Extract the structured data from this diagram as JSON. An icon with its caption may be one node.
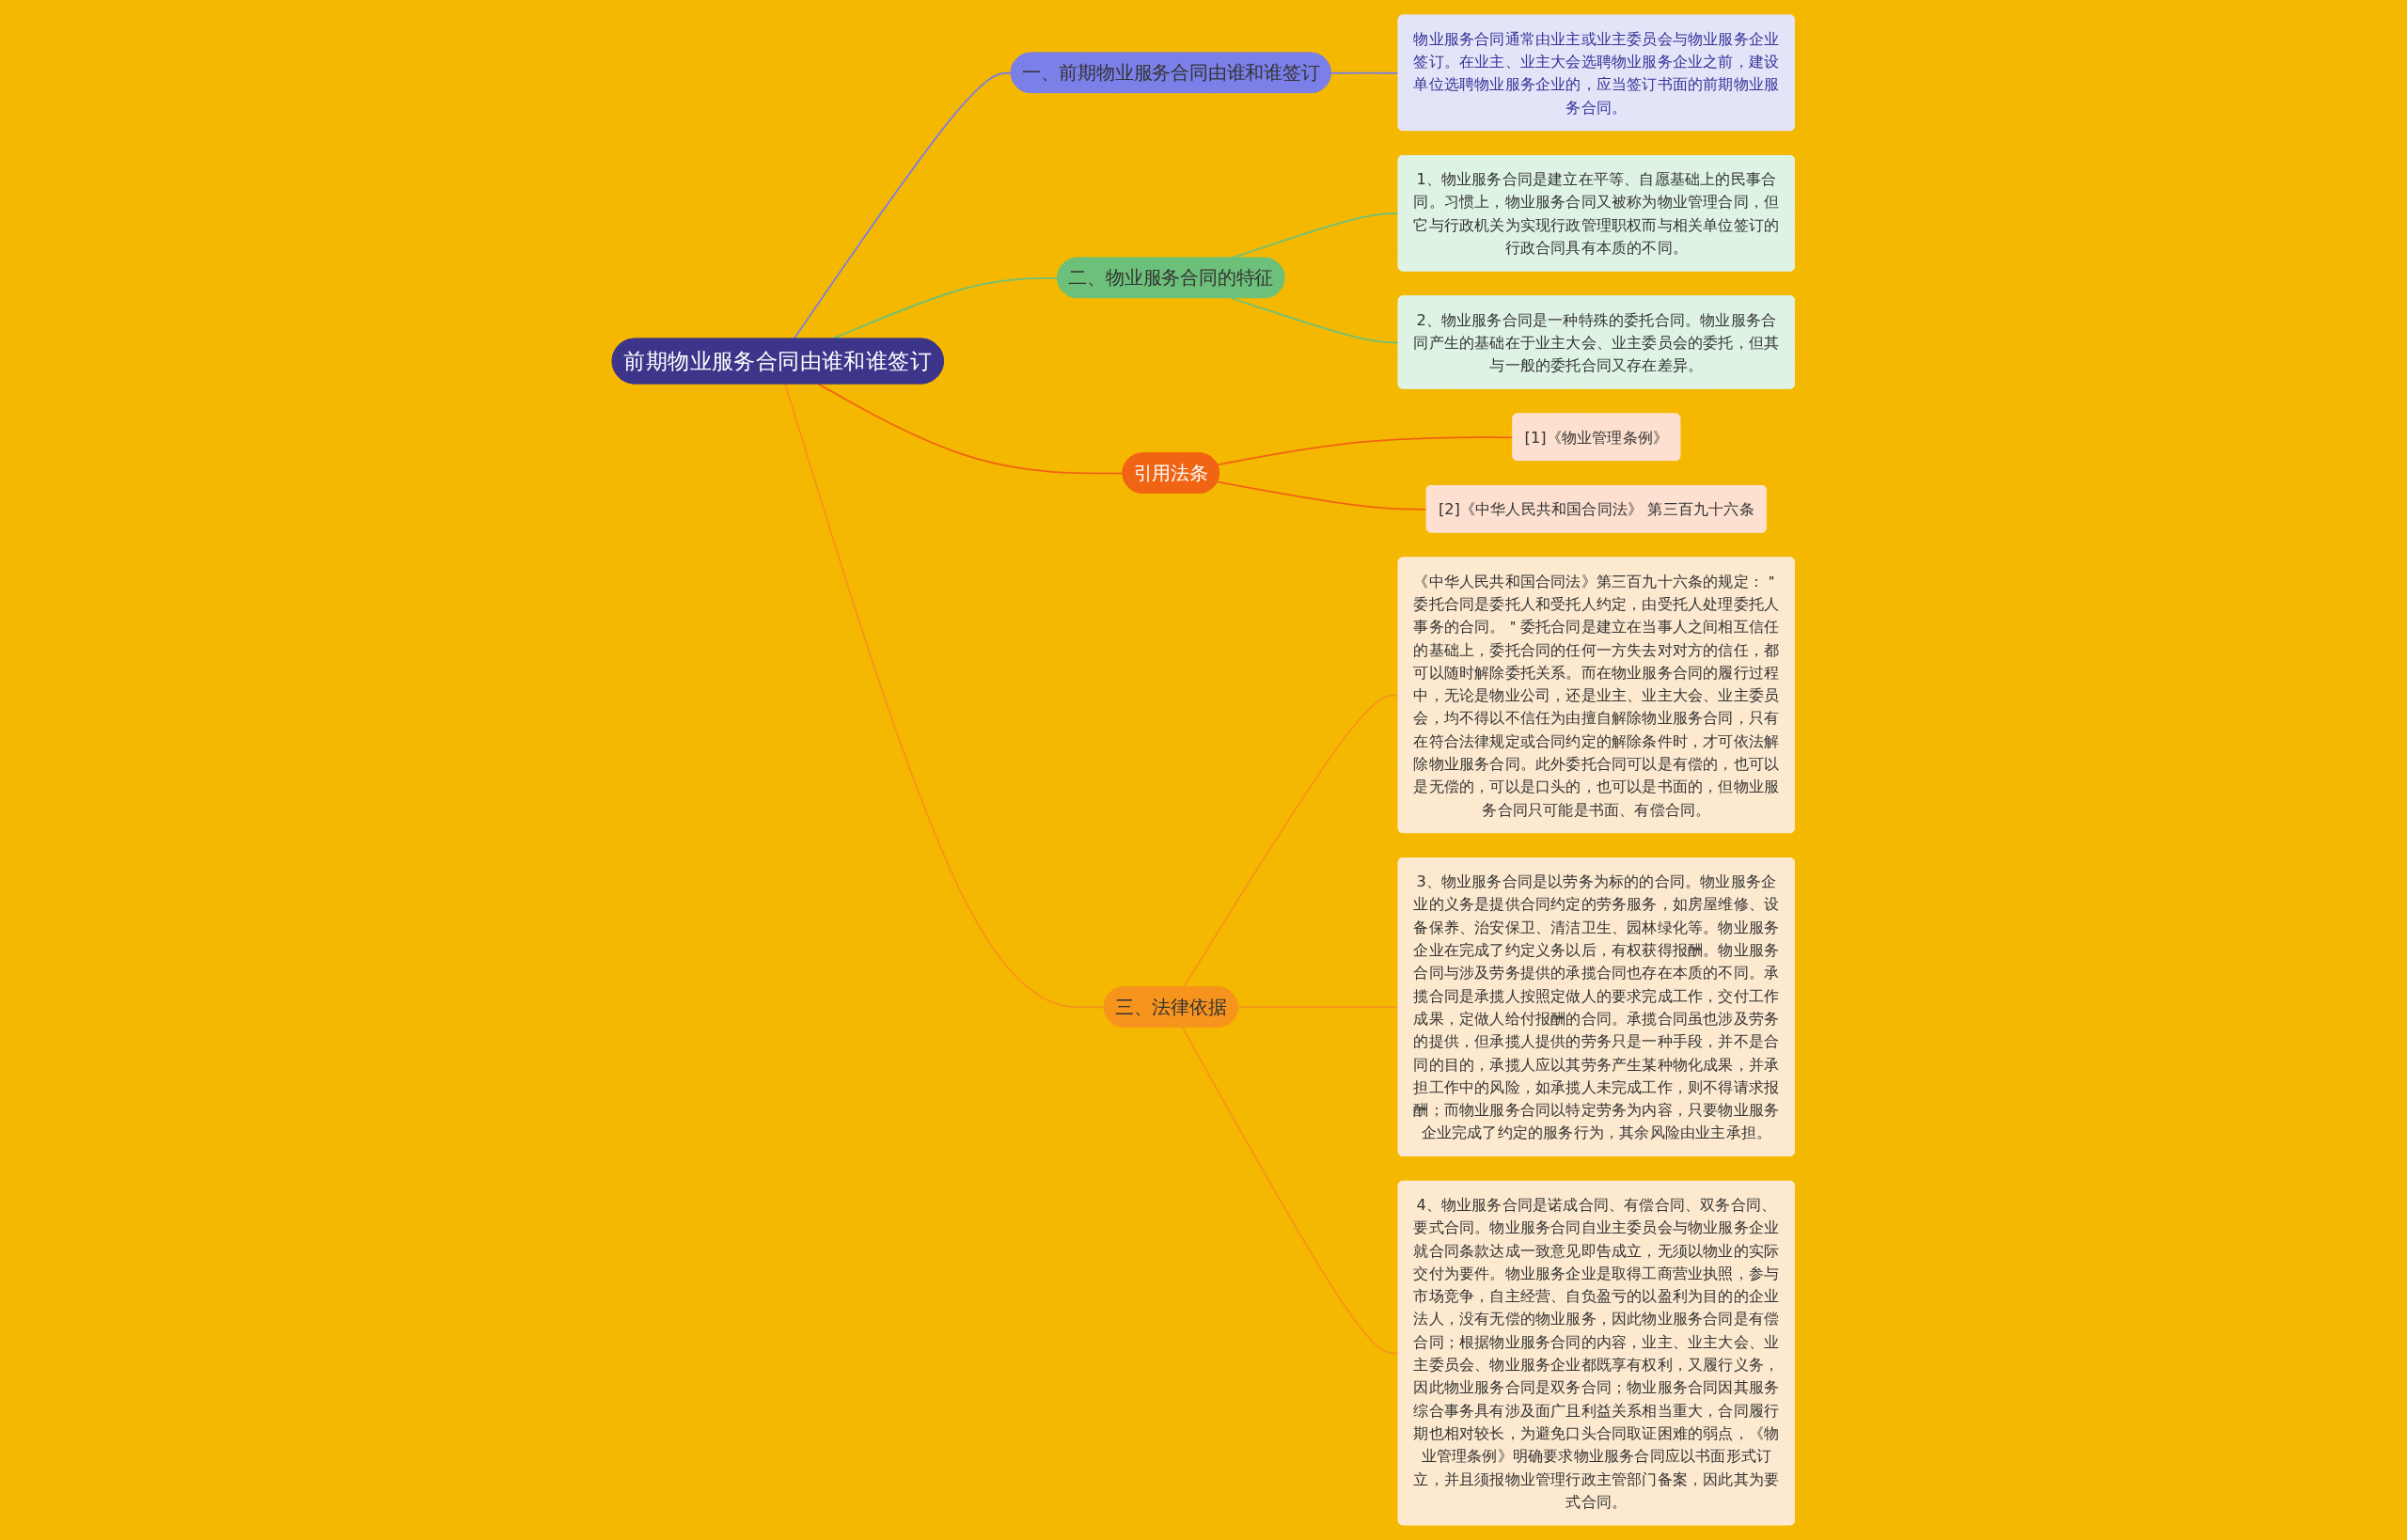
{
  "diagram": {
    "nodes": [
      {
        "text": [
          "前期物业服务合同由谁和谁签订"
        ]
      },
      {
        "text": [
          "一、前期物业服务合同由谁和谁签订"
        ]
      },
      {
        "text": [
          "物业服务合同通常由业主或业主委员会与物业服务企业签订。在业主、业主大会选聘物业服务企业之前，建设单位选聘物业服务企业的，应当签订书面的前期物业服务合同。"
        ]
      },
      {
        "text": [
          "二、物业服务合同的特征"
        ]
      },
      {
        "text": [
          "1、物业服务合同是建立在平等、自愿基础上的民事合同。习惯上，物业服务合同又被称为物业管理合同，但它与行政机关为实现行政管理职权而与相关单位签订的行政合同具有本质的不同。"
        ]
      },
      {
        "text": [
          "2、物业服务合同是一种特殊的委托合同。物业服务合同产生的基础在于业主大会、业主委员会的委托，但其与一般的委托合同又存在差异。"
        ]
      },
      {
        "text": [
          "引用法条"
        ]
      },
      {
        "text": [
          "[1]《物业管理条例》"
        ]
      },
      {
        "text": [
          "[2]《中华人民共和国合同法》 第三百九十六条"
        ]
      },
      {
        "text": [
          "三、法律依据"
        ]
      },
      {
        "text": [
          "《中华人民共和国合同法》第三百九十六条的规定：＂委托合同是委托人和受托人约定，由受托人处理委托人事务的合同。＂委托合同是建立在当事人之间相互信任的基础上，委托合同的任何一方失去对对方的信任，都可以随时解除委托关系。而在物业服务合同的履行过程中，无论是物业公司，还是业主、业主大会、业主委员会，均不得以不信任为由擅自解除物业服务合同，只有在符合法律规定或合同约定的解除条件时，才可依法解除物业服务合同。此外委托合同可以是有偿的，也可以是无偿的，可以是口头的，也可以是书面的，但物业服务合同只可能是书面、有偿合同。"
        ]
      },
      {
        "text": [
          "3、物业服务合同是以劳务为标的的合同。物业服务企业的义务是提供合同约定的劳务服务，如房屋维修、设备保养、治安保卫、清洁卫生、园林绿化等。物业服务企业在完成了约定义务以后，有权获得报酬。物业服务合同与涉及劳务提供的承揽合同也存在本质的不同。承揽合同是承揽人按照定做人的要求完成工作，交付工作成果，定做人给付报酬的合同。承揽合同虽也涉及劳务的提供，但承揽人提供的劳务只是一种手段，并不是合同的目的，承揽人应以其劳务产生某种物化成果，并承担工作中的风险，如承揽人未完成工作，则不得请求报酬；而物业服务合同以特定劳务为内容，只要物业服务企业完成了约定的服务行为，其余风险由业主承担。"
        ]
      },
      {
        "text": [
          "4、物业服务合同是诺成合同、有偿合同、双务合同、要式合同。物业服务合同自业主委员会与物业服务企业就合同条款达成一致意见即告成立，无须以物业的实际交付为要件。物业服务企业是取得工商营业执照，参与市场竞争，自主经营、自负盈亏的以盈利为目的的企业法人，没有无偿的物业服务，因此物业服务合同是有偿合同；根据物业服务合同的内容，业主、业主大会、业主委员会、物业服务企业都既享有权利，又履行义务，因此物业服务合同是双务合同；物业服务合同因其服务综合事务具有涉及面广且利益关系相当重大，合同履行期也相对较长，为避免口头合同取证困难的弱点，《物业管理条例》明确要求物业服务合同应以书面形式订立，并且须报物业管理行政主管部门备案，因此其为要式合同。"
        ]
      }
    ],
    "edges": [
      {
        "from": 0,
        "to": 1,
        "arrow": "none",
        "color": "#7b7fe0"
      },
      {
        "from": 1,
        "to": 2,
        "arrow": "none",
        "color": "#7b7fe0"
      },
      {
        "from": 0,
        "to": 3,
        "arrow": "none",
        "color": "#6cc07a"
      },
      {
        "from": 3,
        "to": 4,
        "arrow": "none",
        "color": "#6cc07a"
      },
      {
        "from": 3,
        "to": 5,
        "arrow": "none",
        "color": "#6cc07a"
      },
      {
        "from": 0,
        "to": 6,
        "arrow": "none",
        "color": "#f06414"
      },
      {
        "from": 6,
        "to": 7,
        "arrow": "none",
        "color": "#f06414"
      },
      {
        "from": 6,
        "to": 8,
        "arrow": "none",
        "color": "#f06414"
      },
      {
        "from": 0,
        "to": 9,
        "arrow": "none",
        "color": "#f7941d"
      },
      {
        "from": 9,
        "to": 10,
        "arrow": "none",
        "color": "#f7941d"
      },
      {
        "from": 9,
        "to": 11,
        "arrow": "none",
        "color": "#f7941d"
      },
      {
        "from": 9,
        "to": 12,
        "arrow": "none",
        "color": "#f7941d"
      }
    ]
  }
}
